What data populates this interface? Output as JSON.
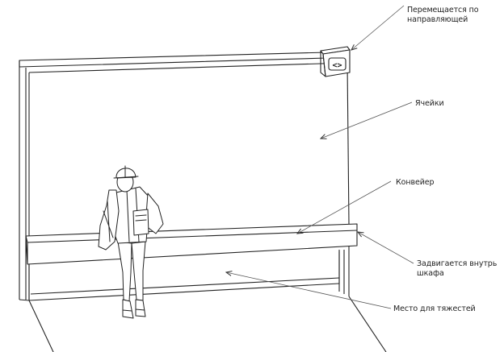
{
  "labels": {
    "moves_along_rail": [
      "Перемещается по",
      "направляющей"
    ],
    "cells": "Ячейки",
    "conveyor": "Конвейер",
    "retracts_inside": [
      "Задвигается внутрь",
      "шкафа"
    ],
    "heavy_items_place": "Место для тяжестей"
  },
  "rail_indicator": "<>"
}
